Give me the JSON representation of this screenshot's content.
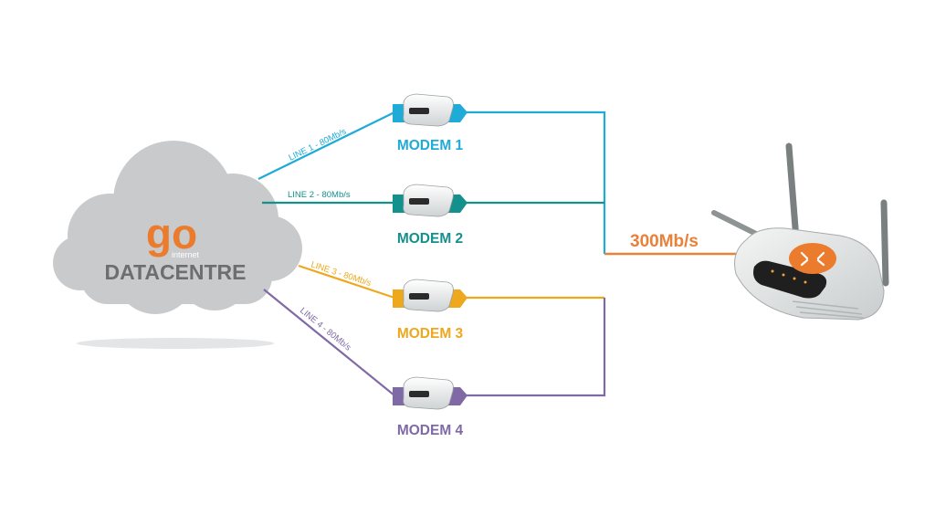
{
  "colors": {
    "line1": "#1eabd8",
    "line2": "#14918d",
    "line3": "#eda81d",
    "line4": "#7f6aa6",
    "aggregate": "#e8813a",
    "cloud": "#c9cacc",
    "cloud_text": "#6d6e70",
    "brand": "#ec7c2d"
  },
  "cloud": {
    "brand_text": "go",
    "brand_sub": "internet",
    "label": "DATACENTRE"
  },
  "lines": [
    {
      "label": "LINE 1 - 80Mb/s"
    },
    {
      "label": "LINE 2 - 80Mb/s"
    },
    {
      "label": "LINE 3 - 80Mb/s"
    },
    {
      "label": "LINE 4 - 80Mb/s"
    }
  ],
  "modems": [
    {
      "label": "MODEM 1"
    },
    {
      "label": "MODEM 2"
    },
    {
      "label": "MODEM 3"
    },
    {
      "label": "MODEM 4"
    }
  ],
  "aggregate": {
    "label": "300Mb/s"
  },
  "router": {
    "icon": "router-icon"
  }
}
